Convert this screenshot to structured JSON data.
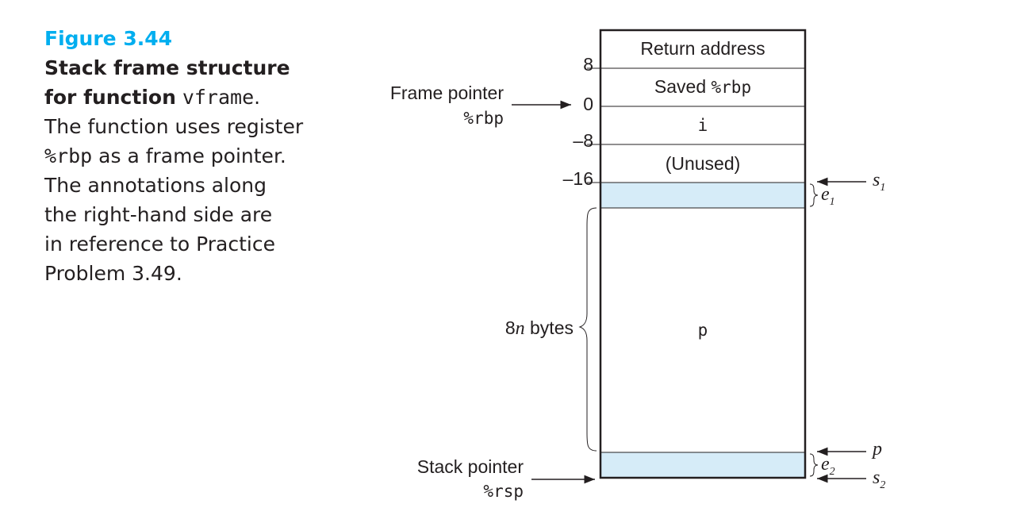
{
  "caption": {
    "figure": "Figure 3.44",
    "title_line1": "Stack frame structure",
    "title_line2": "for function",
    "title_code": "vframe",
    "title_end": ".",
    "body_line1": "The function uses register",
    "body_code": "%rbp",
    "body_line2": " as a frame pointer.",
    "body_line3": "The annotations along",
    "body_line4": "the right-hand side are",
    "body_line5": "in reference to Practice",
    "body_line6": "Problem 3.49."
  },
  "stack": {
    "cells": [
      {
        "text": "Return address",
        "kind": "text"
      },
      {
        "text": "Saved ",
        "code": "%rbp",
        "kind": "mixed"
      },
      {
        "text": "i",
        "kind": "code"
      },
      {
        "text": "(Unused)",
        "kind": "text"
      },
      {
        "text": "p",
        "kind": "code"
      }
    ],
    "offsets": [
      "8",
      "0",
      "–8",
      "–16"
    ],
    "highlight_color": "#d6ecf8"
  },
  "left_labels": {
    "frame_pointer": "Frame pointer",
    "frame_pointer_reg": "%rbp",
    "size_n": "8",
    "size_n_var": "n",
    "size_bytes": " bytes",
    "stack_pointer": "Stack pointer",
    "stack_pointer_reg": "%rsp"
  },
  "right_labels": {
    "s1": "s",
    "s1_sub": "1",
    "e1": "e",
    "e1_sub": "1",
    "p": "p",
    "e2": "e",
    "e2_sub": "2",
    "s2": "s",
    "s2_sub": "2"
  }
}
